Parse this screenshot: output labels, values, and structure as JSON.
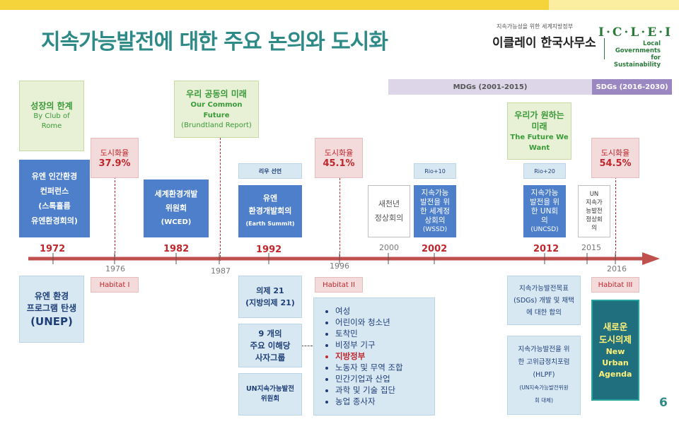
{
  "header": {
    "title": "지속가능발전에 대한 주요 논의와 도시화",
    "org_subtitle": "지속가능성을 위한 세계지방정부",
    "org_name": "이클레이 한국사무소",
    "logo_text": "I·C·L·E·I",
    "logo_tagline": [
      "Local",
      "Governments",
      "for Sustainability"
    ]
  },
  "bands": {
    "mdgs": "MDGs (2001-2015)",
    "sdgs": "SDGs (2016-2030)"
  },
  "top_green": [
    {
      "title": "성장의 한계",
      "sub": [
        "By Club of",
        "Rome"
      ]
    },
    {
      "title": "우리 공동의 미래",
      "sub_bold": [
        "Our Common",
        "Future"
      ],
      "sub": [
        "(Brundtland Report)"
      ]
    },
    {
      "title": [
        "우리가 원하는",
        "미래"
      ],
      "sub_bold": [
        "The Future We",
        "Want"
      ]
    }
  ],
  "urbanization": [
    {
      "label": "도시화율",
      "value": "37.9%"
    },
    {
      "label": "도시화율",
      "value": "45.1%"
    },
    {
      "label": "도시화율",
      "value": "54.5%"
    }
  ],
  "tags": {
    "rio_declaration": "리우 선언",
    "rio10": "Rio+10",
    "rio20": "Rio+20"
  },
  "events": {
    "e1972": [
      "유엔 인간환경",
      "컨퍼런스",
      "(스톡홀름",
      "유엔환경회의)"
    ],
    "e1982": [
      "세계환경개발",
      "위원회",
      "(WCED)"
    ],
    "e1992": [
      "유엔",
      "환경개발회의",
      "(Earth Summit)"
    ],
    "e2000": [
      "새천년",
      "정상회의"
    ],
    "e2002": [
      "지속가능",
      "발전을 위",
      "한 세계정",
      "상회의",
      "(WSSD)"
    ],
    "e2012": [
      "지속가능",
      "발전을 위",
      "한 UN회",
      "의",
      "(UNCSD)"
    ],
    "e2015": [
      "UN",
      "지속가",
      "능발전",
      "정상회",
      "의"
    ]
  },
  "years_major": [
    "1972",
    "1982",
    "1992",
    "2002",
    "2012"
  ],
  "years_minor": [
    "1976",
    "1987",
    "1996",
    "2000",
    "2015",
    "2016"
  ],
  "habitat": [
    "Habitat I",
    "Habitat II",
    "Habitat III"
  ],
  "bottom": {
    "unep": [
      "유엔 환경",
      "프로그램 탄생",
      "(UNEP)"
    ],
    "agenda21": [
      "의제 21",
      "(지방의제 21)"
    ],
    "major_groups": [
      "9 개의",
      "주요 이해당",
      "사자그룹"
    ],
    "uncsd_comm": [
      "UN지속가능발전",
      "위원회"
    ],
    "groups_list": [
      "여성",
      "어린이와 청소년",
      "토착민",
      "비정부 기구",
      "지방정부",
      "노동자 및 무역 조합",
      "민간기업과 산업",
      "과학 및 기술 집단",
      "농업 종사자"
    ],
    "sdgs_agreement": [
      "지속가능발전목표",
      "(SDGs) 개발 및 채택",
      "에 대한 합의"
    ],
    "hlpf": [
      "지속가능발전을 위",
      "한 고위급정치포럼",
      "(HLPF)",
      "(UN지속가능발전위원",
      "회 대체)"
    ],
    "new_urban_agenda": [
      "새로운",
      "도시의제",
      "New",
      "Urban",
      "Agenda"
    ]
  },
  "page_number": "6",
  "colors": {
    "title_teal": "#2e8a86",
    "accent_red": "#c0272d",
    "event_blue": "#4e7fcb",
    "top_yellow": "#f5d33a",
    "mdgs_band": "#dcd6e8",
    "sdgs_band": "#9b87c2"
  }
}
